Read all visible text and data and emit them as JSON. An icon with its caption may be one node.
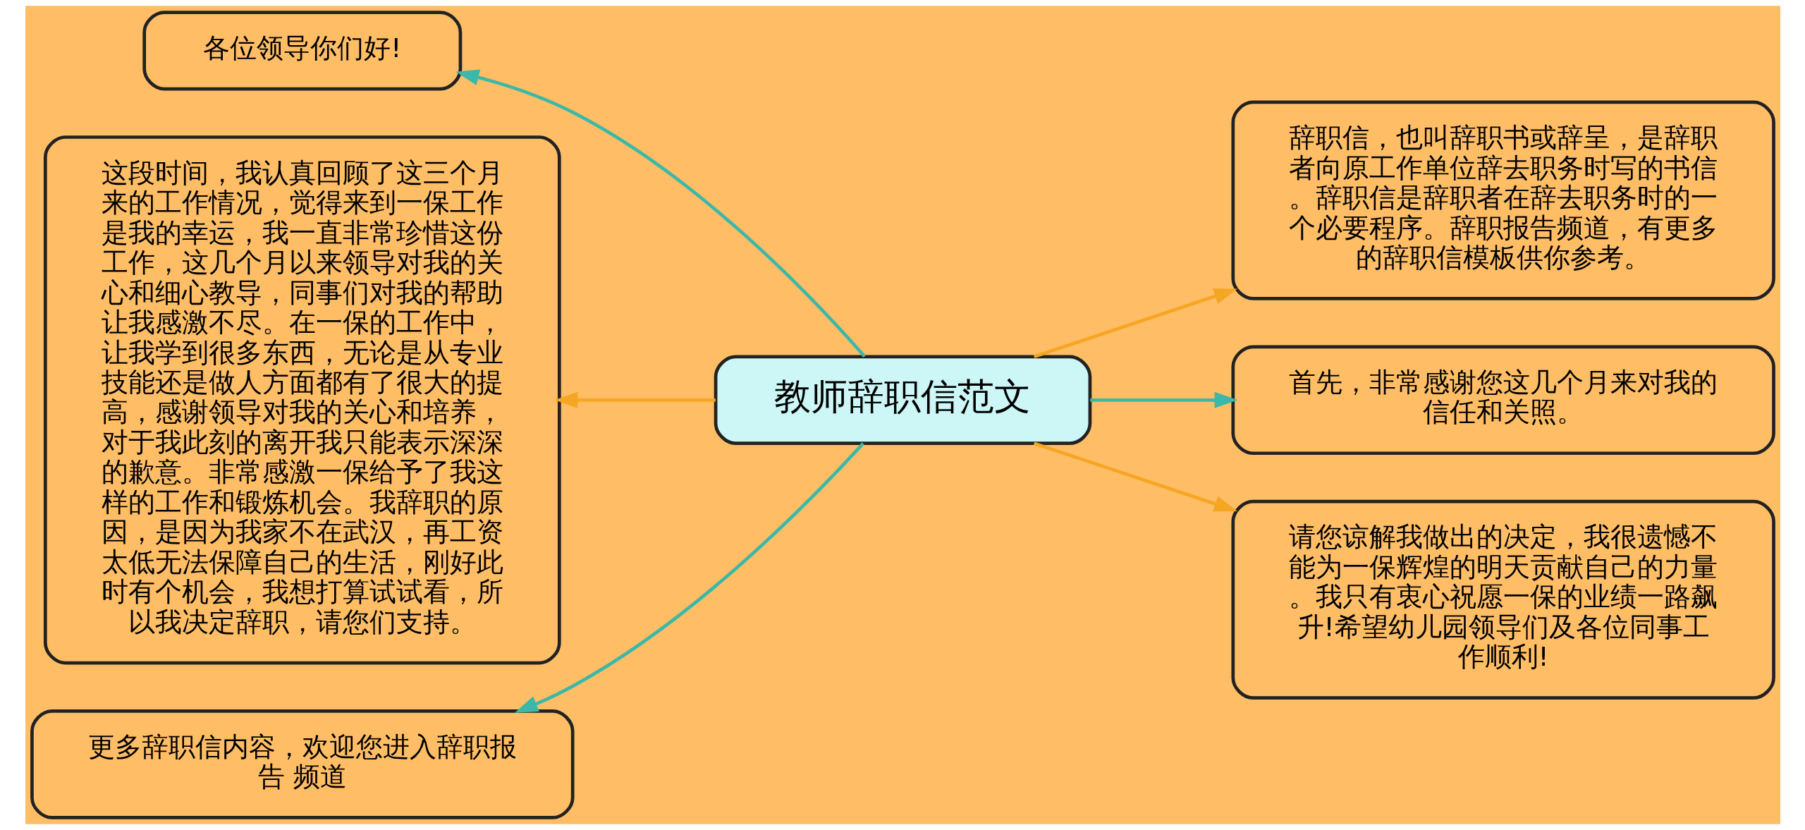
{
  "diagram": {
    "nodes": [
      {
        "text": [
          "教师辞职信范文"
        ]
      },
      {
        "text": [
          "各位领导你们好!"
        ]
      },
      {
        "text": [
          "这段时间，我认真回顾了这三个月来的工作情况，觉得来到一保工作是我的幸运，我一直非常珍惜这份工作，这几个月以来领导对我的关心和细心教导，同事们对我的帮助让我感激不尽。在一保的工作中，让我学到很多东西，无论是从专业技能还是做人方面都有了很大的提高，感谢领导对我的关心和培养，对于我此刻的离开我只能表示深深的歉意。非常感激一保给予了我这样的工作和锻炼机会。我辞职的原因，是因为我家不在武汉，再工资太低无法保障自己的生活，刚好此时有个机会，我想打算试试看，所以我决定辞职，请您们支持。"
        ]
      },
      {
        "text": [
          "更多辞职信内容，欢迎您进入辞职报告 频道"
        ]
      },
      {
        "text": [
          "辞职信，也叫辞职书或辞呈，是辞职者向原工作单位辞去职务时写的书信。辞职信是辞职者在辞去职务时的一个必要程序。辞职报告频道，有更多的辞职信模板供你参考。"
        ]
      },
      {
        "text": [
          "首先，非常感谢您这几个月来对我的信任和关照。"
        ]
      },
      {
        "text": [
          "请您谅解我做出的决定，我很遗憾不能为一保辉煌的明天贡献自己的力量。我只有衷心祝愿一保的业绩一路飙升!希望幼儿园领导们及各位同事工作顺利!"
        ]
      }
    ],
    "edges": [
      {
        "from": 0,
        "to": 1,
        "arrow": "to"
      },
      {
        "from": 0,
        "to": 2,
        "arrow": "to",
        "color": "#f5a623"
      },
      {
        "from": 0,
        "to": 3,
        "arrow": "to"
      },
      {
        "from": 0,
        "to": 4,
        "arrow": "to",
        "color": "#f5a623"
      },
      {
        "from": 0,
        "to": 5,
        "arrow": "to"
      },
      {
        "from": 0,
        "to": 6,
        "arrow": "to",
        "color": "#f5a623"
      }
    ]
  }
}
